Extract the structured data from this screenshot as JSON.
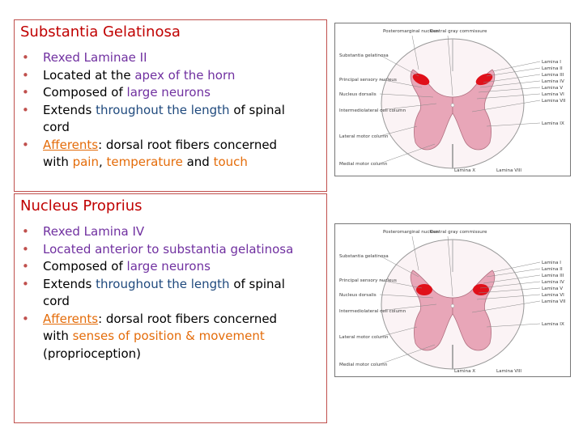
{
  "section1": {
    "title": "Substantia Gelatinosa",
    "items": [
      [
        {
          "text": "Rexed Laminae II",
          "style": "purple"
        }
      ],
      [
        {
          "text": "Located at the ",
          "style": "plain"
        },
        {
          "text": "apex of the horn",
          "style": "purple"
        }
      ],
      [
        {
          "text": "Composed of ",
          "style": "plain"
        },
        {
          "text": "large neurons",
          "style": "purple"
        }
      ],
      [
        {
          "text": "Extends ",
          "style": "plain"
        },
        {
          "text": "throughout the length",
          "style": "blue"
        },
        {
          "text": " of spinal cord",
          "style": "plain"
        }
      ],
      [
        {
          "text": "Afferents",
          "style": "orange-underline"
        },
        {
          "text": ": dorsal root fibers concerned with ",
          "style": "plain"
        },
        {
          "text": "pain",
          "style": "orange"
        },
        {
          "text": ", ",
          "style": "plain"
        },
        {
          "text": "temperature",
          "style": "orange"
        },
        {
          "text": " and ",
          "style": "plain"
        },
        {
          "text": "touch",
          "style": "orange"
        }
      ]
    ]
  },
  "section2": {
    "title": "Nucleus Proprius",
    "items": [
      [
        {
          "text": "Rexed Lamina IV",
          "style": "purple"
        }
      ],
      [
        {
          "text": "Located anterior to substantia gelatinosa",
          "style": "purple"
        }
      ],
      [
        {
          "text": "Composed of ",
          "style": "plain"
        },
        {
          "text": "large neurons",
          "style": "purple"
        }
      ],
      [
        {
          "text": "Extends ",
          "style": "plain"
        },
        {
          "text": "throughout the length",
          "style": "blue"
        },
        {
          "text": " of spinal cord",
          "style": "plain"
        }
      ],
      [
        {
          "text": "Afferents",
          "style": "orange-underline"
        },
        {
          "text": ": dorsal root fibers concerned with ",
          "style": "plain"
        },
        {
          "text": "senses of position & movement",
          "style": "orange"
        },
        {
          "text": " (proprioception)",
          "style": "plain"
        }
      ]
    ]
  },
  "diagram": {
    "top_labels": [
      "Posteromarginal nucleus",
      "Central gray commissure"
    ],
    "left_labels": [
      "Substantia gelatinosa",
      "Principal sensory nucleus",
      "Nucleus dorsalis",
      "Intermediolateral cell column",
      "Lateral motor column",
      "Medial motor column"
    ],
    "right_labels": [
      "Lamina I",
      "Lamina II",
      "Lamina III",
      "Lamina IV",
      "Lamina V",
      "Lamina VI",
      "Lamina VII",
      "Lamina IX"
    ],
    "bottom_labels": [
      "Lamina X",
      "Lamina VIII"
    ]
  },
  "colors": {
    "title": "#c00000",
    "box_border": "#c0504d",
    "purple": "#7030a0",
    "orange": "#e46c0a",
    "blue": "#1f497d",
    "gray_matter": "#e8a6b8",
    "highlight": "#e0101a"
  }
}
